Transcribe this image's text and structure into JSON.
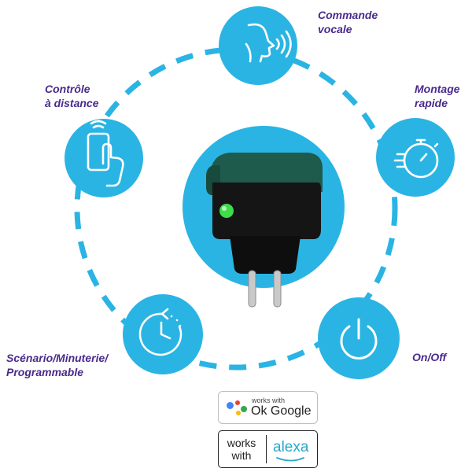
{
  "features": [
    {
      "id": "voice",
      "line1": "Commande",
      "line2": "vocale",
      "icon": "voice-command-icon"
    },
    {
      "id": "remote",
      "line1": "Contrôle",
      "line2": "à distance",
      "icon": "phone-tap-icon"
    },
    {
      "id": "mount",
      "line1": "Montage",
      "line2": "rapide",
      "icon": "stopwatch-icon"
    },
    {
      "id": "timer",
      "line1": "Scénario/Minuterie/",
      "line2": "Programmable",
      "icon": "clock-timer-icon"
    },
    {
      "id": "power",
      "line1": "On/Off",
      "line2": "",
      "icon": "power-icon"
    }
  ],
  "badges": {
    "google": {
      "small": "works with",
      "big": "Ok Google"
    },
    "alexa": {
      "left_line1": "works",
      "left_line2": "with",
      "right": "alexa"
    }
  },
  "colors": {
    "circle": "#2ab4e4",
    "label": "#4a2a8c",
    "plug_green": "#1f5b4c",
    "plug_black": "#151515",
    "led": "#3ddc4a",
    "google_blue": "#4285F4",
    "google_red": "#EA4335",
    "google_yellow": "#FBBC05",
    "google_green": "#34A853",
    "alexa_blue": "#2aa8c9"
  }
}
